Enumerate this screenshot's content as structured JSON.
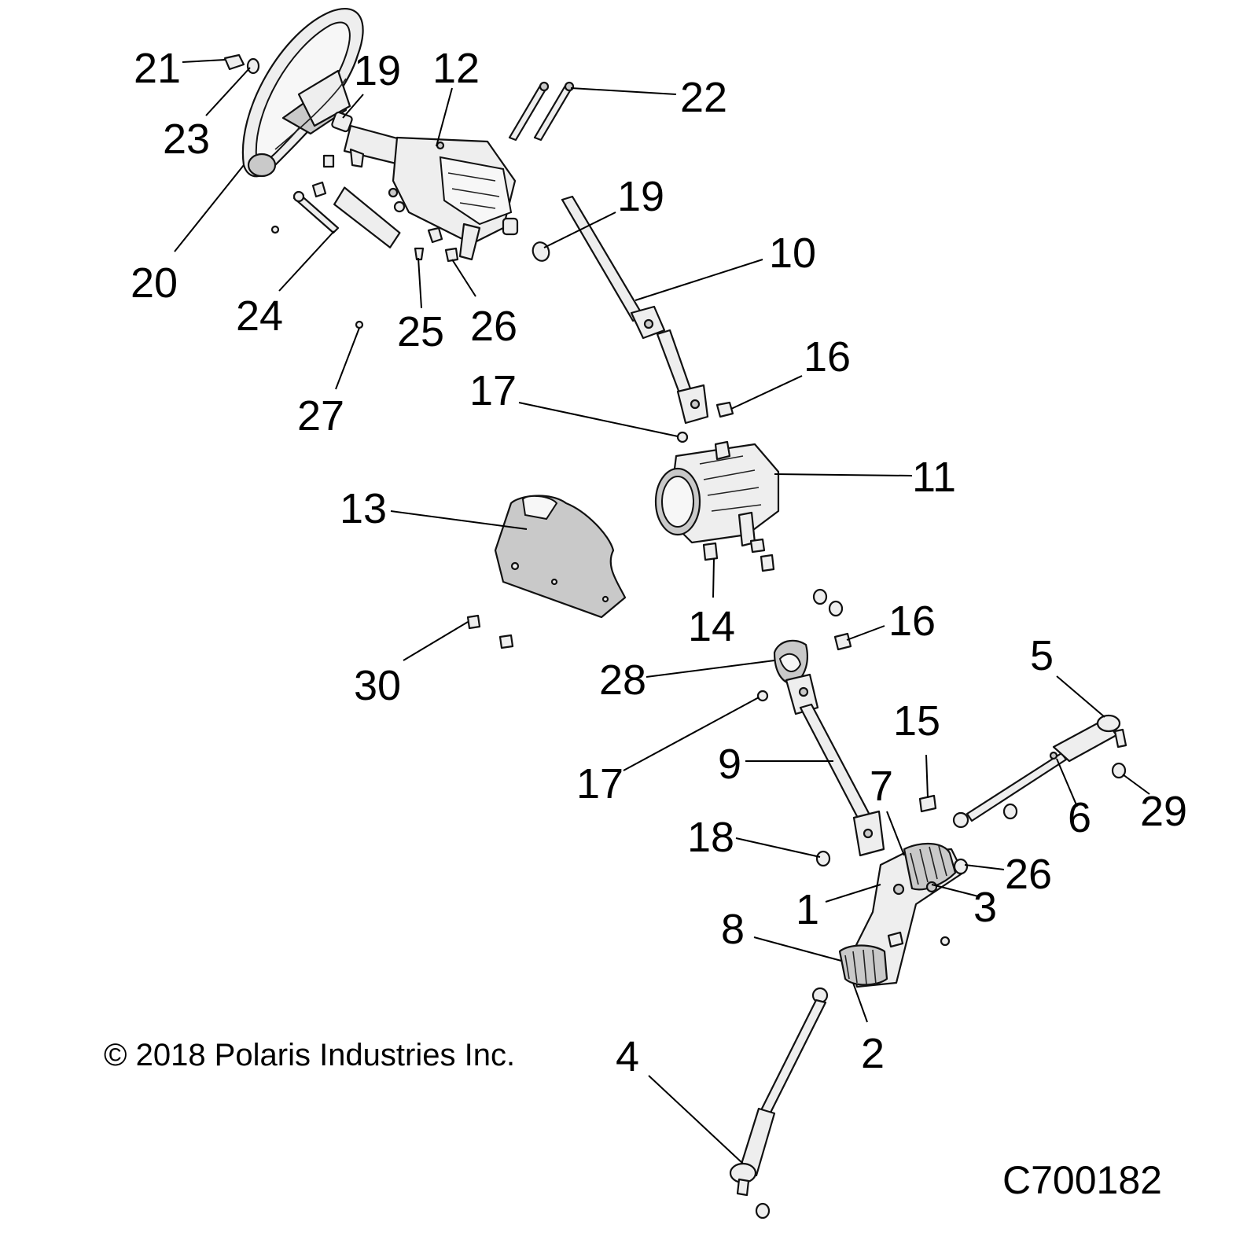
{
  "copyright": "© 2018 Polaris Industries Inc.",
  "drawing_code": "C700182",
  "callouts": [
    {
      "id": "c1",
      "label": "1"
    },
    {
      "id": "c2",
      "label": "2"
    },
    {
      "id": "c3",
      "label": "3"
    },
    {
      "id": "c4",
      "label": "4"
    },
    {
      "id": "c5",
      "label": "5"
    },
    {
      "id": "c6",
      "label": "6"
    },
    {
      "id": "c7",
      "label": "7"
    },
    {
      "id": "c8",
      "label": "8"
    },
    {
      "id": "c9",
      "label": "9"
    },
    {
      "id": "c10",
      "label": "10"
    },
    {
      "id": "c11",
      "label": "11"
    },
    {
      "id": "c12",
      "label": "12"
    },
    {
      "id": "c13",
      "label": "13"
    },
    {
      "id": "c14",
      "label": "14"
    },
    {
      "id": "c15",
      "label": "15"
    },
    {
      "id": "c16a",
      "label": "16"
    },
    {
      "id": "c16b",
      "label": "16"
    },
    {
      "id": "c17a",
      "label": "17"
    },
    {
      "id": "c17b",
      "label": "17"
    },
    {
      "id": "c18",
      "label": "18"
    },
    {
      "id": "c19a",
      "label": "19"
    },
    {
      "id": "c19b",
      "label": "19"
    },
    {
      "id": "c20",
      "label": "20"
    },
    {
      "id": "c21",
      "label": "21"
    },
    {
      "id": "c22",
      "label": "22"
    },
    {
      "id": "c23",
      "label": "23"
    },
    {
      "id": "c24",
      "label": "24"
    },
    {
      "id": "c25",
      "label": "25"
    },
    {
      "id": "c26a",
      "label": "26"
    },
    {
      "id": "c26b",
      "label": "26"
    },
    {
      "id": "c27",
      "label": "27"
    },
    {
      "id": "c28",
      "label": "28"
    },
    {
      "id": "c29",
      "label": "29"
    },
    {
      "id": "c30",
      "label": "30"
    }
  ]
}
